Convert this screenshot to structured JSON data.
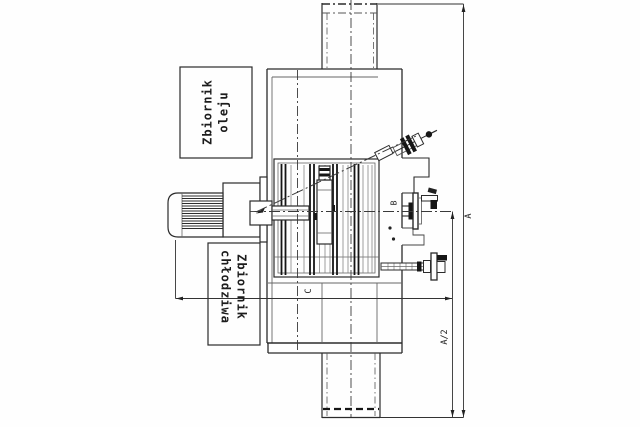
{
  "drawing": {
    "title": "machine-tool-technical-drawing",
    "oil_tank": {
      "line1": "Zbiornik",
      "line2": "oleju"
    },
    "coolant_tank": {
      "line1": "Zbiornik",
      "line2": "chłodziwa"
    },
    "dimensions": {
      "a": "A",
      "a_half": "A/2",
      "b": "B",
      "c": "C"
    },
    "colors": {
      "background": "#fefefe",
      "line": "#2b2b2b",
      "light_line": "#6a6a6a",
      "dark_fill": "#161616"
    }
  }
}
